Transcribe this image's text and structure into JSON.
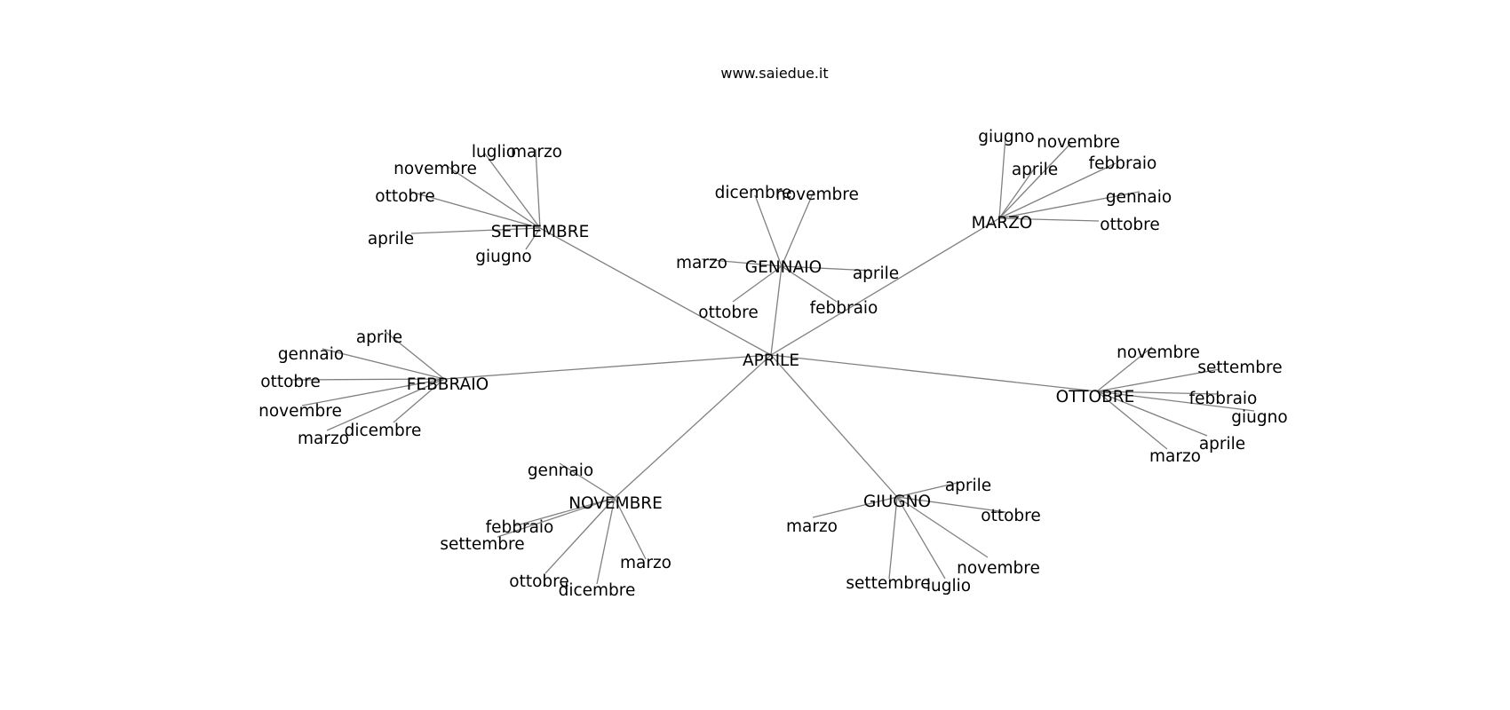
{
  "header": {
    "site": "www.saiedue.it"
  },
  "colors": {
    "edge": "#808080",
    "text": "#000000",
    "background": "#ffffff"
  },
  "tree": {
    "root": "APRILE",
    "branches": [
      {
        "label": "GENNAIO",
        "children": [
          "dicembre",
          "novembre",
          "marzo",
          "aprile",
          "ottobre",
          "febbraio"
        ]
      },
      {
        "label": "SETTEMBRE",
        "children": [
          "luglio",
          "marzo",
          "novembre",
          "ottobre",
          "aprile",
          "giugno"
        ]
      },
      {
        "label": "MARZO",
        "children": [
          "giugno",
          "novembre",
          "aprile",
          "febbraio",
          "gennaio",
          "ottobre"
        ]
      },
      {
        "label": "FEBBRAIO",
        "children": [
          "aprile",
          "gennaio",
          "ottobre",
          "novembre",
          "dicembre",
          "marzo"
        ]
      },
      {
        "label": "OTTOBRE",
        "children": [
          "novembre",
          "settembre",
          "febbraio",
          "giugno",
          "aprile",
          "marzo"
        ]
      },
      {
        "label": "NOVEMBRE",
        "children": [
          "gennaio",
          "febbraio",
          "settembre",
          "marzo",
          "ottobre",
          "dicembre"
        ]
      },
      {
        "label": "GIUGNO",
        "children": [
          "aprile",
          "marzo",
          "ottobre",
          "novembre",
          "settembre",
          "luglio"
        ]
      }
    ]
  }
}
